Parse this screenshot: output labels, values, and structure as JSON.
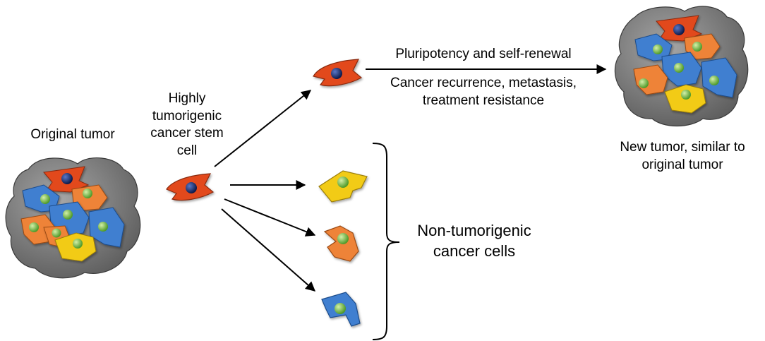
{
  "labels": {
    "original_tumor": "Original tumor",
    "csc_line1": "Highly",
    "csc_line2": "tumorigenic",
    "csc_line3": "cancer stem",
    "csc_line4": "cell",
    "top_arrow_line1": "Pluripotency and self-renewal",
    "top_arrow_line2": "Cancer recurrence, metastasis,",
    "top_arrow_line3": "treatment resistance",
    "new_tumor_line1": "New tumor, similar to",
    "new_tumor_line2": "original tumor",
    "non_tumor_line1": "Non-tumorigenic",
    "non_tumor_line2": "cancer cells"
  },
  "colors": {
    "red_cell": "#e2481f",
    "orange_cell": "#ee8337",
    "yellow_cell": "#f2cb12",
    "blue_cell": "#3f7fd0",
    "nucleus_green": "#7dc443",
    "nucleus_navy": "#1a2f6e",
    "tumor_gray": "#858585"
  }
}
